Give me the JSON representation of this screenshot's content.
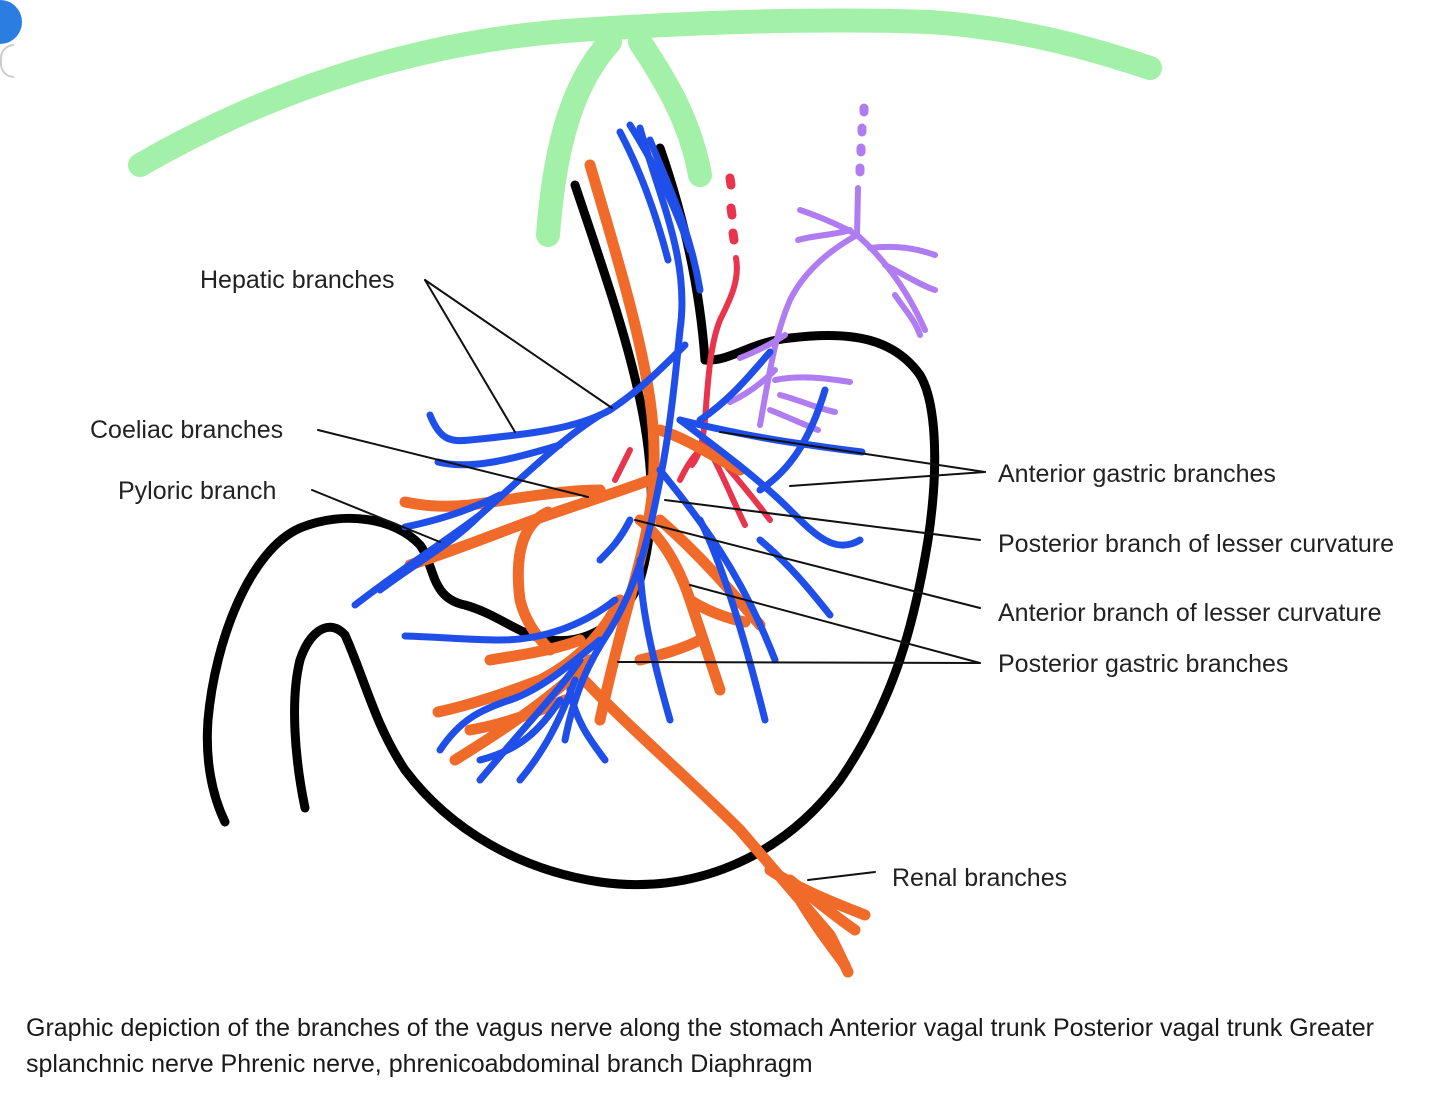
{
  "colors": {
    "diaphragm": "#a3f0a8",
    "stomach": "#000000",
    "anterior_trunk": "#1f4fe8",
    "posterior_trunk": "#f06a2a",
    "splanchnic": "#e8344c",
    "phrenic": "#b07cf2",
    "leader": "#111111"
  },
  "labels": {
    "hepatic": "Hepatic branches",
    "coeliac": "Coeliac branches",
    "pyloric": "Pyloric branch",
    "anterior_gastric": "Anterior gastric branches",
    "posterior_lesser": "Posterior branch of lesser curvature",
    "anterior_lesser": "Anterior branch of lesser curvature",
    "posterior_gastric": "Posterior gastric branches",
    "renal": "Renal branches"
  },
  "caption": "Graphic depiction of the branches of the vagus nerve along the stomach Anterior vagal trunk Posterior vagal trunk Greater splanchnic nerve Phrenic nerve, phrenicoabdominal branch Diaphragm"
}
